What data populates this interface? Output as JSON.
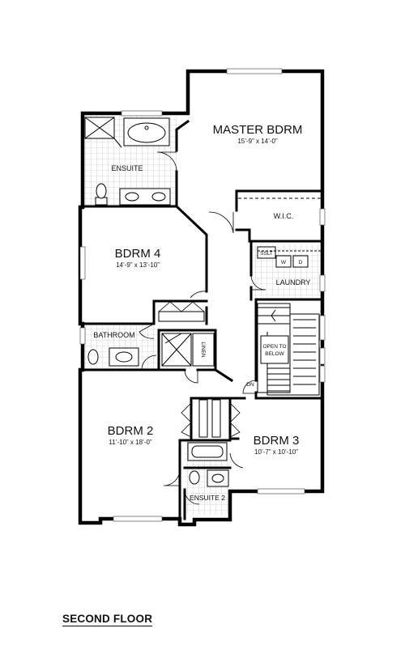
{
  "floor_title": "SECOND FLOOR",
  "rooms": {
    "master": {
      "name": "MASTER BDRM",
      "dims": "15’-9” x 14’-0”"
    },
    "ensuite": {
      "name": "ENSUITE"
    },
    "wic": {
      "name": "W.I.C."
    },
    "bdrm4": {
      "name": "BDRM 4",
      "dims": "14’-9” x 13’-10”"
    },
    "laundry": {
      "name": "LAUNDRY",
      "sslt": "SSLT",
      "w": "W",
      "d": "D"
    },
    "bathroom": {
      "name": "BATHROOM"
    },
    "linen": {
      "name": "LINEN"
    },
    "open_below": {
      "line1": "OPEN TO",
      "line2": "BELOW"
    },
    "dn": "DN",
    "bdrm2": {
      "name": "BDRM 2",
      "dims": "11’-10” x 18’-0”"
    },
    "bdrm3": {
      "name": "BDRM 3",
      "dims": "10’-7” x 10’-10”"
    },
    "ensuite2": {
      "name": "ENSUITE 2"
    }
  }
}
